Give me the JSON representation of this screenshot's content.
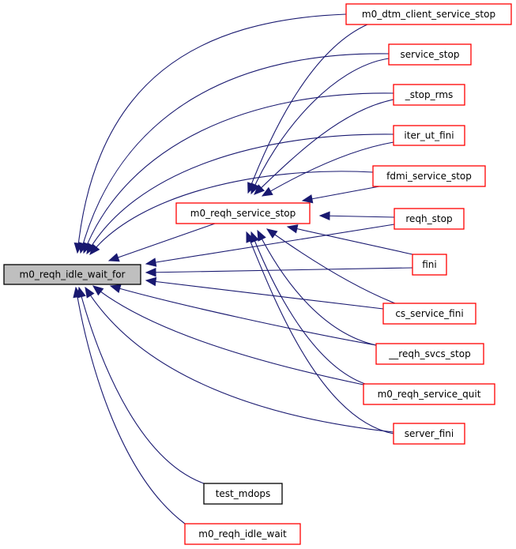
{
  "graph": {
    "type": "call-graph",
    "direction": "callers-to-left",
    "colors": {
      "edge": "#191970",
      "focus_fill": "#bfbfbf",
      "focus_border": "#000000",
      "node_fill": "#ffffff",
      "node_border_red": "#ff0000",
      "node_border_black": "#000000"
    },
    "nodes": [
      {
        "id": "idle_wait_for",
        "label": "m0_reqh_idle_wait_for",
        "style": "focus"
      },
      {
        "id": "service_stop_main",
        "label": "m0_reqh_service_stop",
        "style": "red"
      },
      {
        "id": "dtm_client_service_stop",
        "label": "m0_dtm_client_service_stop",
        "style": "red"
      },
      {
        "id": "service_stop",
        "label": "service_stop",
        "style": "red"
      },
      {
        "id": "stop_rms",
        "label": "_stop_rms",
        "style": "red"
      },
      {
        "id": "iter_ut_fini",
        "label": "iter_ut_fini",
        "style": "red"
      },
      {
        "id": "fdmi_service_stop",
        "label": "fdmi_service_stop",
        "style": "red"
      },
      {
        "id": "reqh_stop",
        "label": "reqh_stop",
        "style": "red"
      },
      {
        "id": "fini",
        "label": "fini",
        "style": "red"
      },
      {
        "id": "cs_service_fini",
        "label": "cs_service_fini",
        "style": "red"
      },
      {
        "id": "reqh_svcs_stop",
        "label": "__reqh_svcs_stop",
        "style": "red"
      },
      {
        "id": "service_quit",
        "label": "m0_reqh_service_quit",
        "style": "red"
      },
      {
        "id": "server_fini",
        "label": "server_fini",
        "style": "red"
      },
      {
        "id": "test_mdops",
        "label": "test_mdops",
        "style": "black"
      },
      {
        "id": "idle_wait",
        "label": "m0_reqh_idle_wait",
        "style": "red"
      }
    ],
    "edges": [
      {
        "from": "dtm_client_service_stop",
        "to": "idle_wait_for"
      },
      {
        "from": "service_stop",
        "to": "idle_wait_for"
      },
      {
        "from": "stop_rms",
        "to": "idle_wait_for"
      },
      {
        "from": "iter_ut_fini",
        "to": "idle_wait_for"
      },
      {
        "from": "fdmi_service_stop",
        "to": "idle_wait_for"
      },
      {
        "from": "service_stop_main",
        "to": "idle_wait_for"
      },
      {
        "from": "reqh_stop",
        "to": "idle_wait_for"
      },
      {
        "from": "fini",
        "to": "idle_wait_for"
      },
      {
        "from": "cs_service_fini",
        "to": "idle_wait_for"
      },
      {
        "from": "reqh_svcs_stop",
        "to": "idle_wait_for"
      },
      {
        "from": "service_quit",
        "to": "idle_wait_for"
      },
      {
        "from": "server_fini",
        "to": "idle_wait_for"
      },
      {
        "from": "test_mdops",
        "to": "idle_wait_for"
      },
      {
        "from": "idle_wait",
        "to": "idle_wait_for"
      },
      {
        "from": "dtm_client_service_stop",
        "to": "service_stop_main"
      },
      {
        "from": "service_stop",
        "to": "service_stop_main"
      },
      {
        "from": "stop_rms",
        "to": "service_stop_main"
      },
      {
        "from": "iter_ut_fini",
        "to": "service_stop_main"
      },
      {
        "from": "fdmi_service_stop",
        "to": "service_stop_main"
      },
      {
        "from": "reqh_stop",
        "to": "service_stop_main"
      },
      {
        "from": "fini",
        "to": "service_stop_main"
      },
      {
        "from": "cs_service_fini",
        "to": "service_stop_main"
      },
      {
        "from": "reqh_svcs_stop",
        "to": "service_stop_main"
      },
      {
        "from": "service_quit",
        "to": "service_stop_main"
      },
      {
        "from": "server_fini",
        "to": "service_stop_main"
      }
    ]
  }
}
